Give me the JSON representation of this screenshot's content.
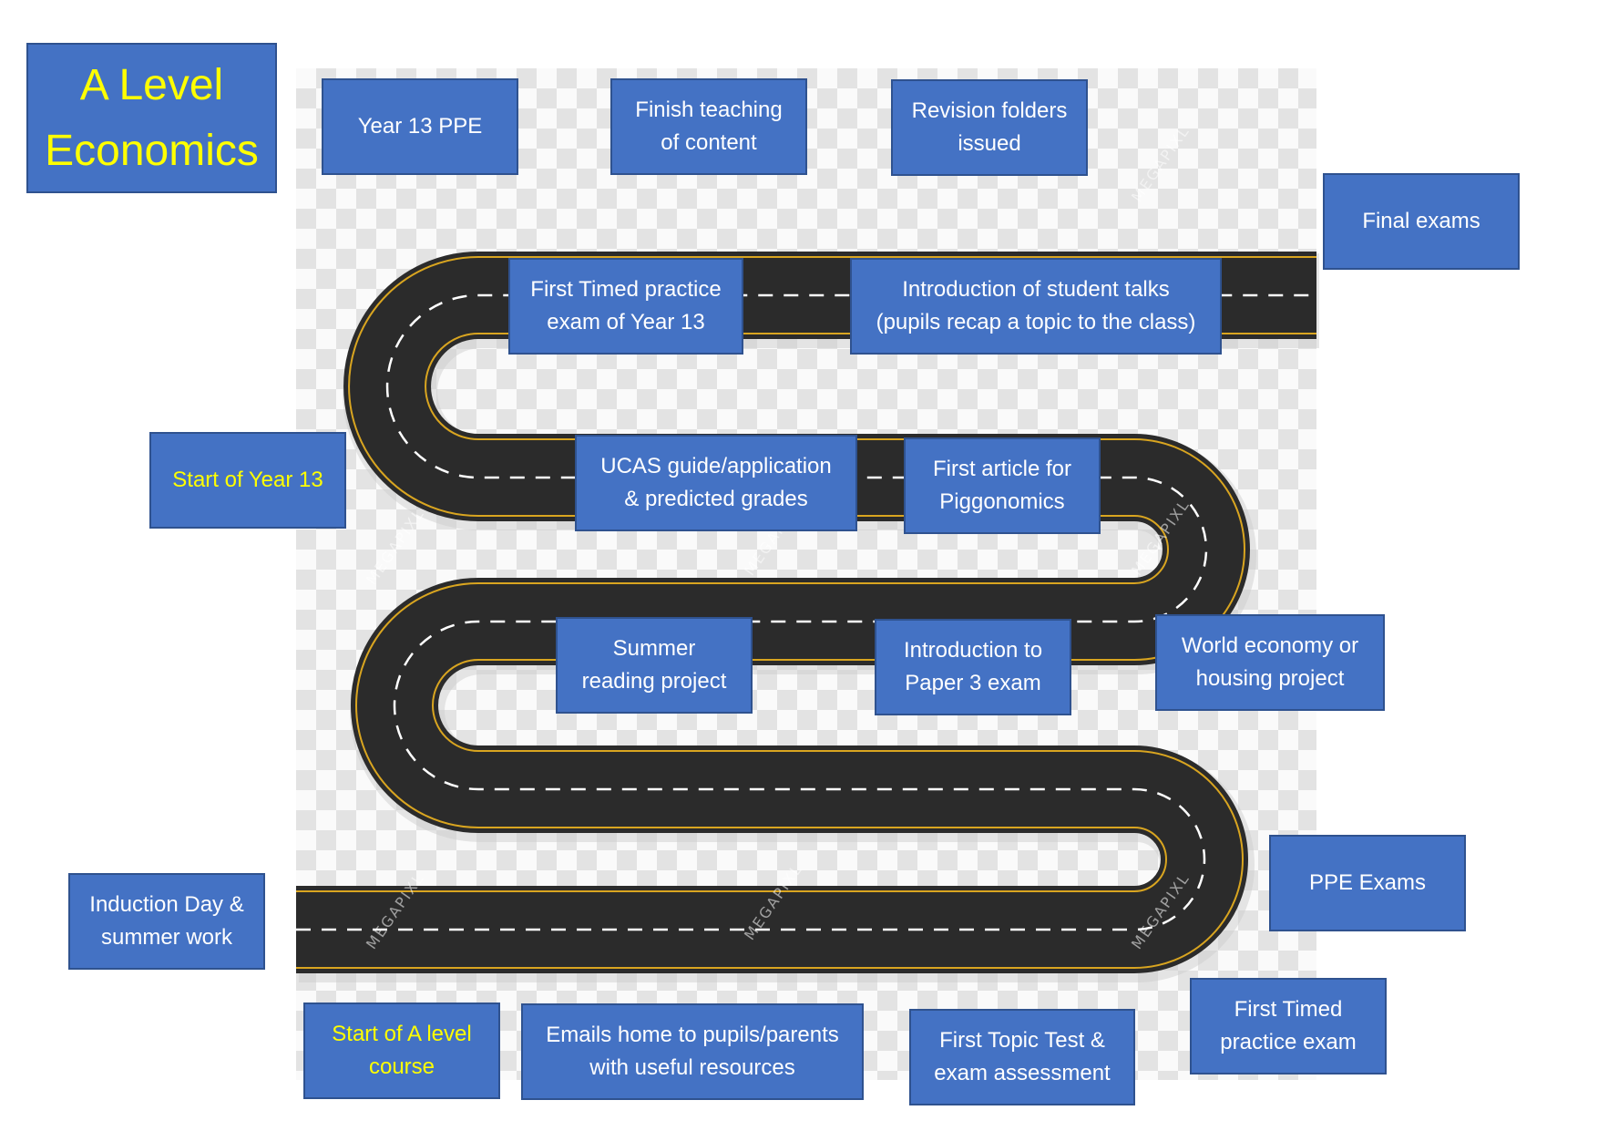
{
  "title": "A Level\nEconomics",
  "milestones": {
    "year13_ppe": "Year 13 PPE",
    "finish_teaching": "Finish teaching\nof content",
    "revision_folders": "Revision folders\nissued",
    "final_exams": "Final exams",
    "first_timed_y13": "First Timed practice\nexam of Year 13",
    "student_talks": "Introduction of student talks\n(pupils recap a topic to the class)",
    "start_year13": "Start of Year 13",
    "ucas": "UCAS guide/application\n& predicted grades",
    "piggonomics": "First article for\nPiggonomics",
    "summer_reading": "Summer\nreading project",
    "paper3": "Introduction to\nPaper 3 exam",
    "world_economy": "World economy or\nhousing project",
    "ppe_exams": "PPE Exams",
    "induction": "Induction Day &\nsummer work",
    "start_course": "Start of A level\ncourse",
    "emails_home": "Emails home to pupils/parents\nwith useful resources",
    "topic_test": "First Topic Test &\nexam assessment",
    "first_timed": "First Timed\npractice exam"
  },
  "colors": {
    "box_fill": "#4472c4",
    "box_border": "#2f528f",
    "road": "#2b2b2b",
    "road_edge": "#d9a520",
    "lane_dash": "#ffffff",
    "highlight_text": "#ffff00"
  },
  "watermark": "MEGAPIXL"
}
